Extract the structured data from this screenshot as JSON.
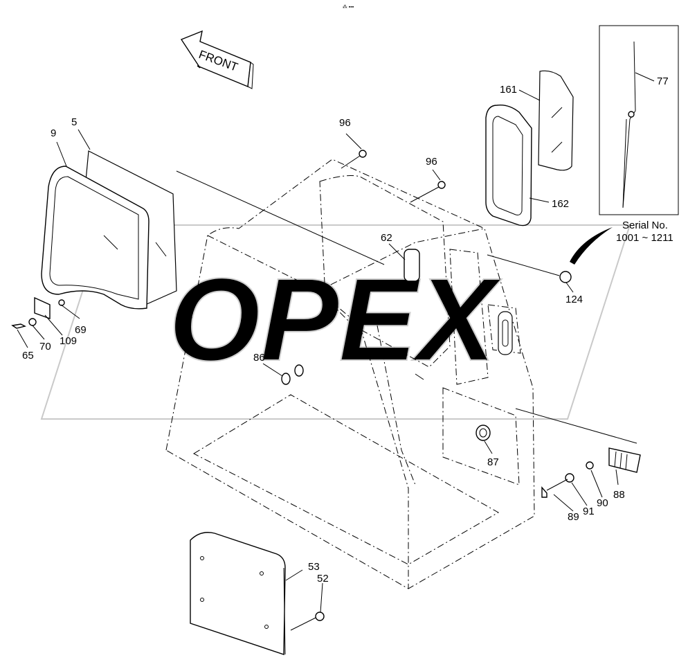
{
  "header_mark": "⁂ ▪▪▪",
  "front_arrow": {
    "text": "FRONT"
  },
  "watermark": {
    "text": "OPEX"
  },
  "serial_note": {
    "line1": "Serial No.",
    "line2": "1001 ~ 1211"
  },
  "callouts": [
    {
      "id": "c5",
      "text": "5"
    },
    {
      "id": "c9",
      "text": "9"
    },
    {
      "id": "c69",
      "text": "69"
    },
    {
      "id": "c65",
      "text": "65"
    },
    {
      "id": "c70",
      "text": "70"
    },
    {
      "id": "c109",
      "text": "109"
    },
    {
      "id": "c96a",
      "text": "96"
    },
    {
      "id": "c96b",
      "text": "96"
    },
    {
      "id": "c161",
      "text": "161"
    },
    {
      "id": "c162",
      "text": "162"
    },
    {
      "id": "c77",
      "text": "77"
    },
    {
      "id": "c62",
      "text": "62"
    },
    {
      "id": "c124",
      "text": "124"
    },
    {
      "id": "c86",
      "text": "86"
    },
    {
      "id": "c87",
      "text": "87"
    },
    {
      "id": "c88",
      "text": "88"
    },
    {
      "id": "c89",
      "text": "89"
    },
    {
      "id": "c90",
      "text": "90"
    },
    {
      "id": "c91",
      "text": "91"
    },
    {
      "id": "c53",
      "text": "53"
    },
    {
      "id": "c52",
      "text": "52"
    }
  ]
}
